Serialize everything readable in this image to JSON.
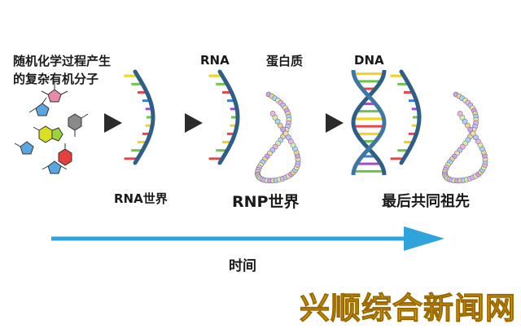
{
  "labels": {
    "random_molecules_line1": "随机化学过程产生",
    "random_molecules_line2": "的复杂有机分子",
    "rna": "RNA",
    "protein": "蛋白质",
    "dna": "DNA",
    "rna_world": "RNA世界",
    "rnp_world": "RNP世界",
    "luca": "最后共同祖先",
    "time": "时间"
  },
  "watermark": "兴顺综合新闻网",
  "colors": {
    "helix_backbone": "#2f5f86",
    "rung_yellow": "#f2d21a",
    "rung_green": "#6cc24a",
    "rung_red": "#e8454a",
    "rung_blue": "#3b7dd8",
    "rung_purple": "#a34fc2",
    "time_arrow": "#2fa3dc",
    "step_arrow": "#2b2b2b"
  }
}
